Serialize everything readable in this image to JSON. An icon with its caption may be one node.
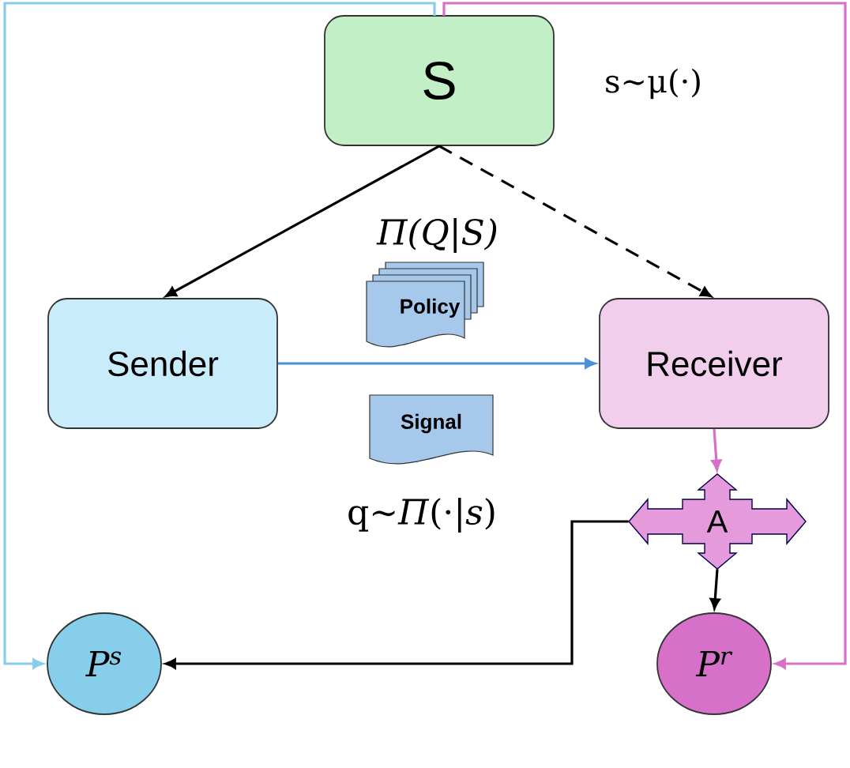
{
  "diagram": {
    "nodes": [
      {
        "text": [
          "S"
        ],
        "beside": [
          "s∼μ(·)"
        ]
      },
      {
        "text": [
          "Policy"
        ]
      },
      {
        "text": [
          "Sender"
        ]
      },
      {
        "text": [
          "Receiver"
        ]
      },
      {
        "text": [
          "Signal"
        ]
      },
      {
        "text": [
          "A"
        ]
      },
      {
        "text": [
          "P$^{s}$"
        ]
      },
      {
        "text": [
          "P$^{r}$"
        ]
      }
    ],
    "edges": [
      {
        "from": 0,
        "to": 2,
        "arrow": "to"
      },
      {
        "from": 0,
        "to": 3,
        "arrow": "to",
        "style": "dashed"
      },
      {
        "from": 2,
        "to": 3,
        "arrow": "to",
        "color": "#4a90d9"
      },
      {
        "from": 3,
        "to": 5,
        "arrow": "to",
        "color": "#d670c8"
      },
      {
        "from": 5,
        "to": 7,
        "arrow": "to"
      },
      {
        "from": 5,
        "to": 6,
        "arrow": "to"
      },
      {
        "from": 0,
        "to": 6,
        "arrow": "to",
        "color": "#87ceeb"
      },
      {
        "from": 0,
        "to": 7,
        "arrow": "to",
        "color": "#d670c8"
      }
    ],
    "labels": [
      "Π(Q|S)",
      "q∼*Π*(·|*s*)"
    ]
  }
}
